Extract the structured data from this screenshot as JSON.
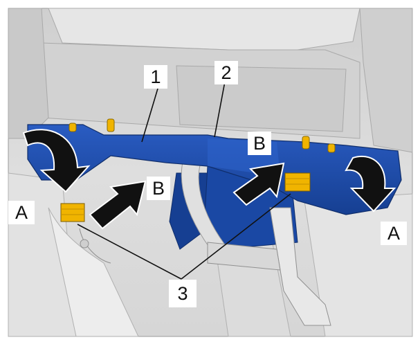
{
  "figure": {
    "colors": {
      "background": "#d9d9d9",
      "part_blue": "#1f4fb0",
      "part_blue_dark": "#143a86",
      "connector_yellow": "#f0b400",
      "arrow_black": "#111111",
      "label_bg": "#ffffff"
    },
    "labels": {
      "part_1": "1",
      "part_2": "2",
      "part_3": "3",
      "direction_a_left": "A",
      "direction_a_right": "A",
      "direction_b_left": "B",
      "direction_b_right": "B"
    }
  }
}
